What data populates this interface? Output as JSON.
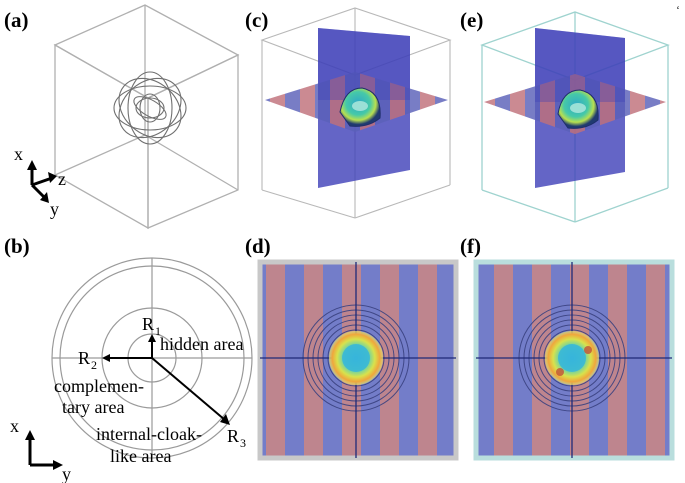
{
  "panels": {
    "a": "(a)",
    "b": "(b)",
    "c": "(c)",
    "d": "(d)",
    "e": "(e)",
    "f": "(f)"
  },
  "axes_top": {
    "x": "x",
    "y": "y",
    "z": "z"
  },
  "axes_bottom": {
    "x": "x",
    "y": "y"
  },
  "diagram_b": {
    "r1": "R",
    "r1_sub": "1",
    "r2": "R",
    "r2_sub": "2",
    "r3": "R",
    "r3_sub": "3",
    "hidden": "hidden area",
    "complementary_1": "complemen-",
    "complementary_2": "tary area",
    "internal_1": "internal-cloak-",
    "internal_2": "like area"
  },
  "colors": {
    "box_gray": "#b8b8b8",
    "box_cyan": "#9fd3cf",
    "stripe_red": "#b3707a",
    "stripe_blue": "#5a66c0",
    "plane_blue": "#3d3fb8",
    "contour": "#3a4280"
  }
}
